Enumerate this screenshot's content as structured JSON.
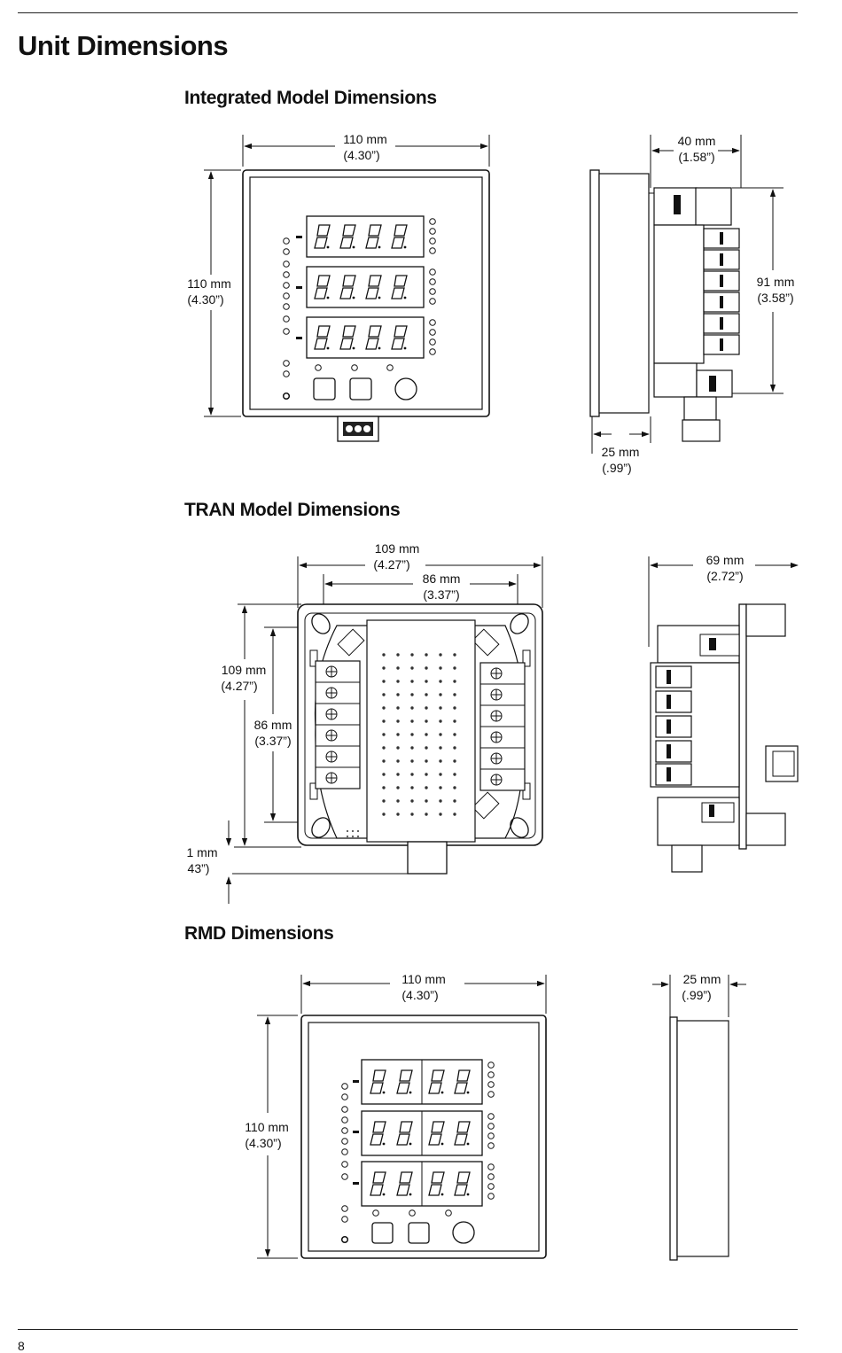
{
  "page": {
    "title": "Unit Dimensions",
    "page_number": "8"
  },
  "sections": [
    {
      "heading": "Integrated Model Dimensions",
      "front_width_mm": "110 mm",
      "front_width_in": "(4.30”)",
      "front_height_mm": "110 mm",
      "front_height_in": "(4.30”)",
      "side_depth_mm": "40 mm",
      "side_depth_in": "(1.58”)",
      "side_height_mm": "91 mm",
      "side_height_in": "(3.58”)",
      "bezel_depth_mm": "25 mm",
      "bezel_depth_in": "(.99”)"
    },
    {
      "heading": "TRAN Model Dimensions",
      "outer_width_mm": "109 mm",
      "outer_width_in": "(4.27”)",
      "hole_width_mm": "86 mm",
      "hole_width_in": "(3.37”)",
      "outer_height_mm": "109 mm",
      "outer_height_in": "(4.27”)",
      "hole_height_mm": "86 mm",
      "hole_height_in": "(3.37”)",
      "offset_mm": "1 mm",
      "offset_in": "43”)",
      "side_depth_mm": "69 mm",
      "side_depth_in": "(2.72”)"
    },
    {
      "heading": "RMD Dimensions",
      "front_width_mm": "110 mm",
      "front_width_in": "(4.30”)",
      "front_height_mm": "110 mm",
      "front_height_in": "(4.30”)",
      "side_depth_mm": "25 mm",
      "side_depth_in": "(.99”)"
    }
  ]
}
